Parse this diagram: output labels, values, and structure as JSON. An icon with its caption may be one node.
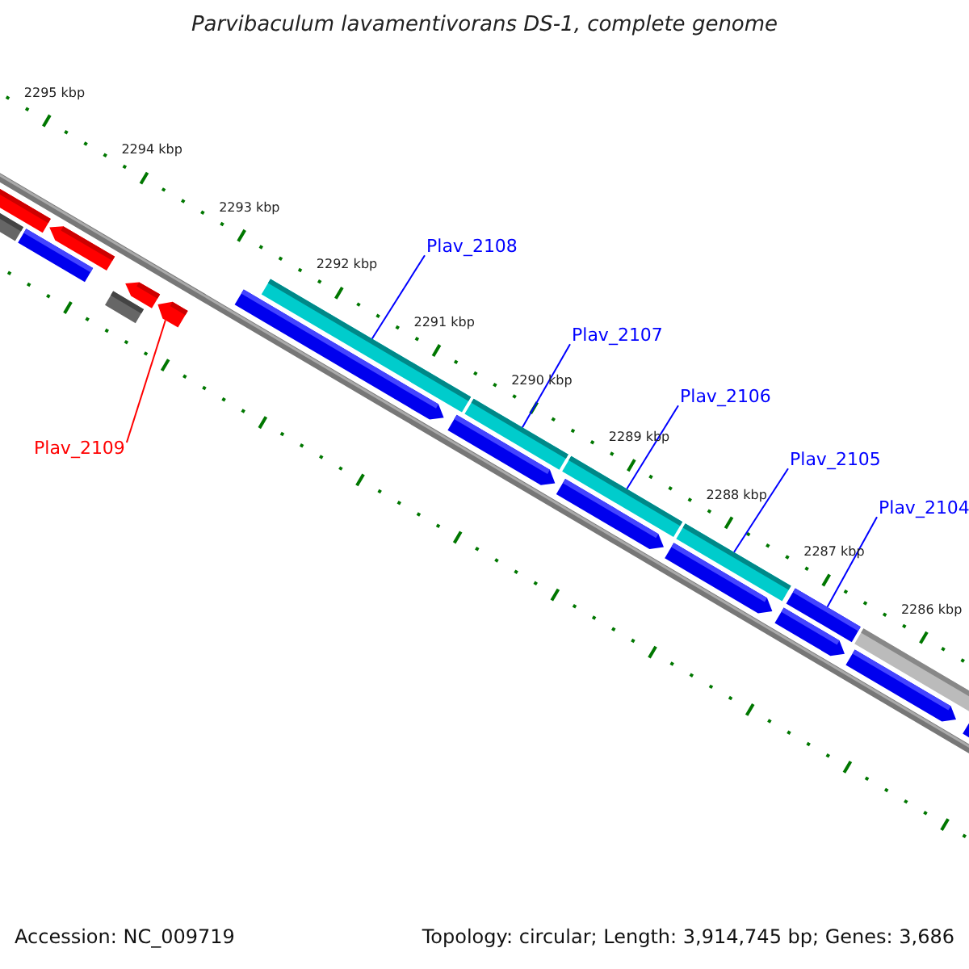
{
  "diagram": {
    "title": "Parvibaculum lavamentivorans DS-1, complete genome",
    "nodes": [
      {
        "text": [
          "Plav_2108"
        ]
      },
      {
        "text": [
          "Plav_2107"
        ]
      },
      {
        "text": [
          "Plav_2106"
        ]
      },
      {
        "text": [
          "Plav_2105"
        ]
      },
      {
        "text": [
          "Plav_2104"
        ]
      },
      {
        "text": [
          "Plav_2109"
        ]
      },
      {
        "text": [],
        "shape": "pentagon"
      },
      {
        "text": [],
        "shape": "bar"
      },
      {
        "text": [],
        "shape": "bar"
      },
      {
        "text": [],
        "shape": "pentagon"
      },
      {
        "text": [],
        "shape": "bar"
      },
      {
        "text": [],
        "shape": "pentagon"
      },
      {
        "text": [],
        "shape": "pentagon"
      },
      {
        "text": [],
        "shape": "pentagon"
      },
      {
        "text": [],
        "shape": "bar"
      },
      {
        "text": [],
        "shape": "pentagon"
      },
      {
        "text": [],
        "shape": "bar"
      },
      {
        "text": [],
        "shape": "pentagon"
      },
      {
        "text": [],
        "shape": "bar"
      },
      {
        "text": [],
        "shape": "pentagon"
      },
      {
        "text": [],
        "shape": "bar"
      },
      {
        "text": [],
        "shape": "bar"
      },
      {
        "text": [],
        "shape": "pentagon"
      },
      {
        "text": [],
        "shape": "bar"
      },
      {
        "text": [],
        "shape": "pentagon"
      },
      {
        "text": [],
        "shape": "pentagon"
      }
    ],
    "edges": [
      {
        "from": 0,
        "to": 14,
        "arrow": "none"
      },
      {
        "from": 1,
        "to": 16,
        "arrow": "none"
      },
      {
        "from": 2,
        "to": 18,
        "arrow": "none"
      },
      {
        "from": 3,
        "to": 20,
        "arrow": "none"
      },
      {
        "from": 4,
        "to": 21,
        "arrow": "none"
      },
      {
        "from": 5,
        "to": 12,
        "arrow": "none",
        "color": "#ff0000"
      }
    ],
    "labels": [
      "2295 kbp",
      "2294 kbp",
      "2293 kbp",
      "2292 kbp",
      "2291 kbp",
      "2290 kbp",
      "2289 kbp",
      "2288 kbp",
      "2287 kbp",
      "2286 kbp",
      "Accession: NC_009719",
      "Topology: circular; Length: 3,914,745 bp; Genes: 3,686"
    ]
  }
}
